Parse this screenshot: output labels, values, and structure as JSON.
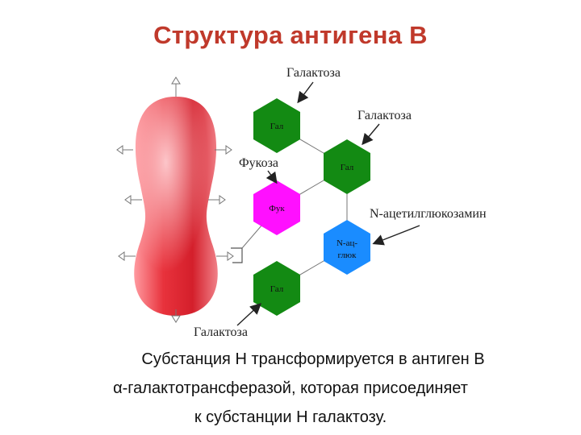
{
  "title": "Структура антигена В",
  "labels": {
    "galactose_top": "Галактоза",
    "galactose_mid": "Галактоза",
    "fucose": "Фукоза",
    "n_acetyl": "N-ацетилглюкозамин",
    "galactose_bottom": "Галактоза"
  },
  "hexagons": {
    "gal_top": "Гал",
    "gal_mid": "Гал",
    "fuk": "Фук",
    "nac_line1": "N-ац-",
    "nac_line2": "глюк",
    "gal_bottom": "Гал"
  },
  "caption": {
    "line1": "Субстанция Н трансформируется в антиген В",
    "line2": "α-галактотрансферазой, которая присоединяет",
    "line3": "к субстанции Н галактозу."
  },
  "colors": {
    "title": "#c0392b",
    "cell": "#e8323c",
    "galactose": "#138a13",
    "fucose": "#ff10ff",
    "n_acetyl": "#1a8cff"
  }
}
